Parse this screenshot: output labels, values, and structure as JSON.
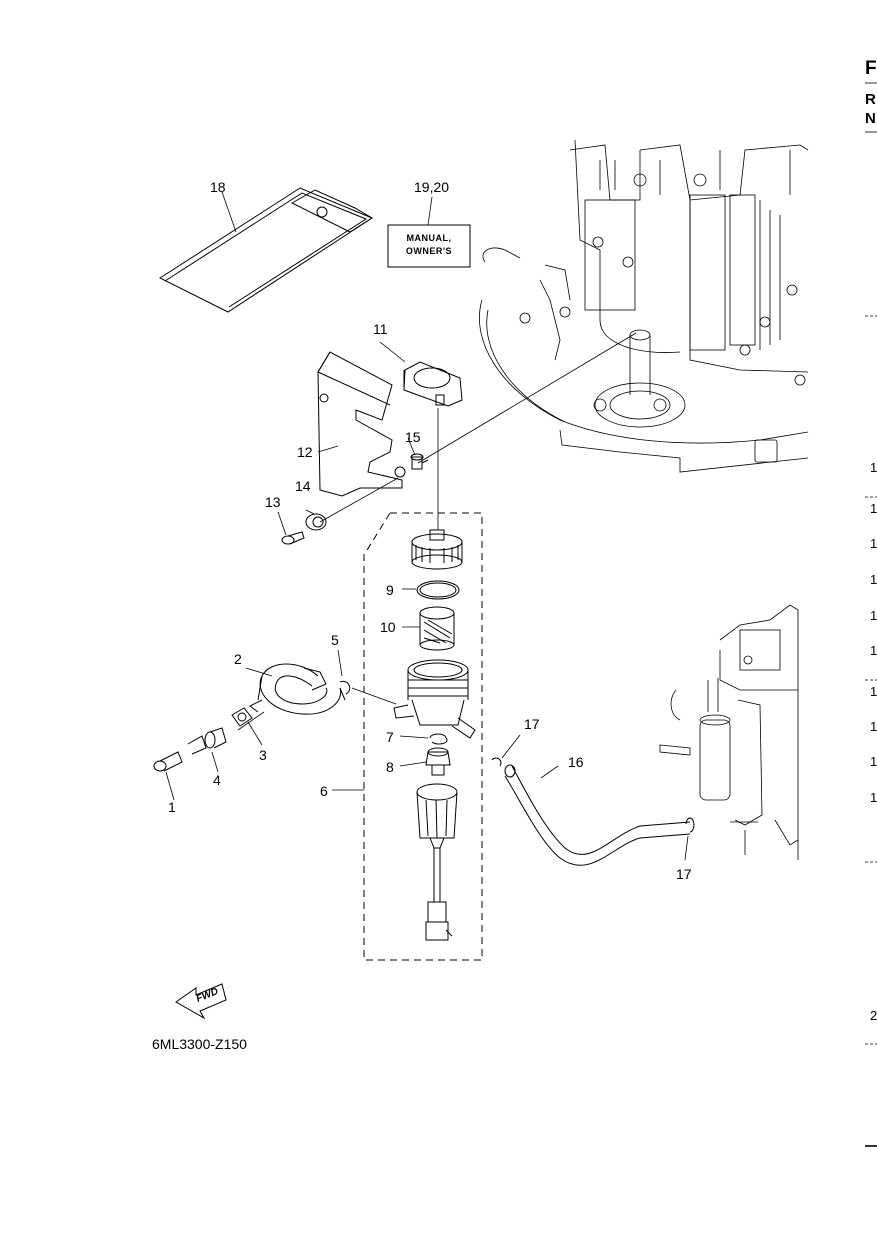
{
  "diagram_code": "6ML3300-Z150",
  "fwd_label": "FWD",
  "manual_label_line1": "MANUAL,",
  "manual_label_line2": "OWNER'S",
  "callouts": {
    "c1": "1",
    "c2": "2",
    "c3": "3",
    "c4": "4",
    "c5": "5",
    "c6": "6",
    "c7": "7",
    "c8": "8",
    "c9": "9",
    "c10": "10",
    "c11": "11",
    "c12": "12",
    "c13": "13",
    "c14": "14",
    "c15": "15",
    "c16": "16",
    "c17a": "17",
    "c17b": "17",
    "c18": "18",
    "c19_20": "19,20"
  },
  "right_edge": {
    "letters": [
      "F",
      "R",
      "N"
    ],
    "numbers": [
      "1",
      "1",
      "1",
      "1",
      "1",
      "1",
      "1",
      "1",
      "1",
      "1",
      "2"
    ]
  }
}
